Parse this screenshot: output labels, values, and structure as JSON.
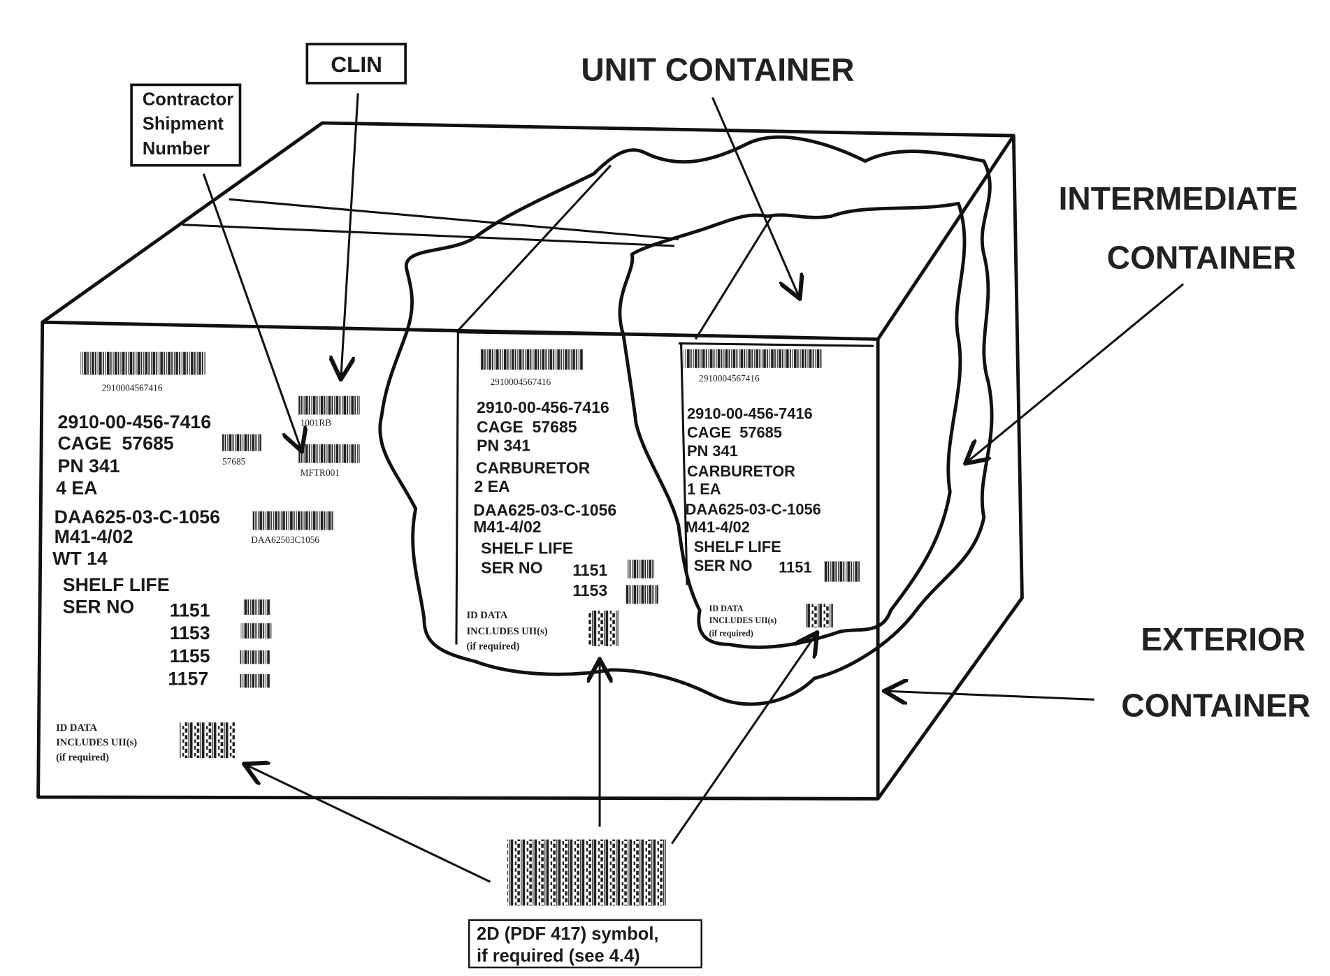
{
  "callouts": {
    "clin": "CLIN",
    "contractor_shipment_number": [
      "Contractor",
      "Shipment",
      "Number"
    ],
    "unit_container": "UNIT CONTAINER",
    "intermediate_container": [
      "INTERMEDIATE",
      "CONTAINER"
    ],
    "exterior_container": [
      "EXTERIOR",
      "CONTAINER"
    ],
    "pdf417_caption": [
      "2D (PDF 417) symbol,",
      "if required (see 4.4)"
    ]
  },
  "exterior_label": {
    "barcode_text": "2910004567416",
    "nsn": "2910-00-456-7416",
    "cage": "CAGE  57685",
    "cage_barcode_text": "57685",
    "pn": "PN 341",
    "qty": "4 EA",
    "contract": "DAA625-03-C-1056",
    "contract_barcode_text": "DAA62503C1056",
    "date": "M41-4/02",
    "weight": "WT 14",
    "shelf_life": "SHELF LIFE",
    "ser_no": "SER NO",
    "serials": [
      "1151",
      "1153",
      "1155",
      "1157"
    ],
    "clin_barcode_text": "1001RB",
    "shipment_barcode_text": "MFTR001",
    "id_data": [
      "ID DATA",
      "INCLUDES UII(s)",
      "(if required)"
    ]
  },
  "intermediate_label": {
    "barcode_text": "2910004567416",
    "nsn": "2910-00-456-7416",
    "cage": "CAGE  57685",
    "pn": "PN 341",
    "item": "CARBURETOR",
    "qty": "2 EA",
    "contract": "DAA625-03-C-1056",
    "date": "M41-4/02",
    "shelf_life": "SHELF LIFE",
    "ser_no": "SER NO",
    "serials": [
      "1151",
      "1153"
    ],
    "id_data": [
      "ID DATA",
      "INCLUDES UII(s)",
      "(if required)"
    ]
  },
  "unit_label": {
    "barcode_text": "2910004567416",
    "nsn": "2910-00-456-7416",
    "cage": "CAGE  57685",
    "pn": "PN 341",
    "item": "CARBURETOR",
    "qty": "1 EA",
    "contract": "DAA625-03-C-1056",
    "date": "M41-4/02",
    "shelf_life": "SHELF LIFE",
    "ser_no": "SER NO",
    "serials": [
      "1151"
    ],
    "id_data": [
      "ID DATA",
      "INCLUDES UII(s)",
      "(if required)"
    ]
  }
}
